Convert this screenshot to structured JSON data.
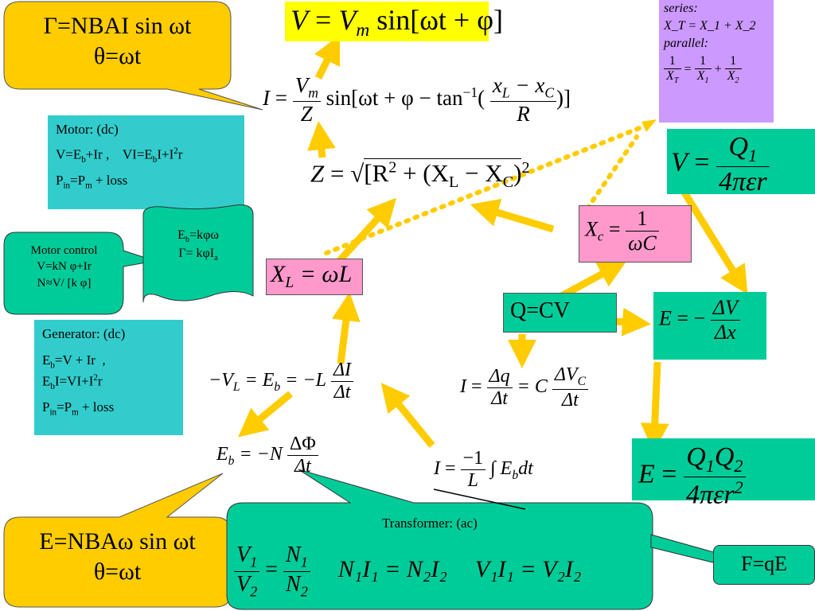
{
  "bubble_top_left": {
    "line1": "Γ=NBAI sin ωt",
    "line2": "θ=ωt"
  },
  "bubble_bottom_left": {
    "line1": "E=NBAω sin ωt",
    "line2": "θ=ωt"
  },
  "voltage_eq": {
    "lhs": "V",
    "mid": "V",
    "sub": "m",
    "rhs": "sin[ωt + φ]"
  },
  "current_eq": {
    "lhs": "I",
    "num": "V",
    "num_sub": "m",
    "den": "Z",
    "body": "sin[ωt + φ − tan",
    "sup": "−1",
    "frac_num": "x",
    "frac_num_sub1": "L",
    "frac_num_mid": " − x",
    "frac_num_sub2": "C",
    "frac_den": "R",
    "tail": ")]"
  },
  "impedance_eq": {
    "lhs": "Z",
    "body": "[R",
    "sup": "2",
    "mid": "+ (X",
    "sub1": "L",
    "minus": " − X",
    "sub2": "C",
    "end": ")",
    "sup2": "2"
  },
  "series_parallel": {
    "series_label": "series:",
    "series_eq": "X_T = X_1 + X_2",
    "parallel_label": "parallel:",
    "parallel_lhs_num": "1",
    "parallel_lhs_den": "X",
    "parallel_lhs_den_sub": "T",
    "parallel_t1_num": "1",
    "parallel_t1_den": "X",
    "parallel_t1_den_sub": "1",
    "parallel_t2_num": "1",
    "parallel_t2_den": "X",
    "parallel_t2_den_sub": "2"
  },
  "motor_dc": {
    "title": "Motor: (dc)",
    "line1a": "V=E",
    "line1a_sub": "b",
    "line1b": "+Ir ,    VI=E",
    "line1b_sub": "b",
    "line1c": "I+I",
    "line1c_sup": "2",
    "line1d": "r",
    "line2a": "P",
    "line2a_sub": "in",
    "line2b": "=P",
    "line2b_sub": "m",
    "line2c": " + loss"
  },
  "back_emf_card": {
    "line1a": "E",
    "line1a_sub": "b",
    "line1b": "=kφω",
    "line2a": "Γ= kφI",
    "line2a_sub": "a"
  },
  "motor_control": {
    "title": "Motor control",
    "line1": "V=kN φ+Ir",
    "line2": "N≈V/ [k φ]"
  },
  "xl_eq": {
    "lhs": "X",
    "sub": "L",
    "rhs": "= ωL"
  },
  "xc_eq": {
    "lhs": "X",
    "sub": "c",
    "num": "1",
    "den": "ωC"
  },
  "generator_dc": {
    "title": "Generator: (dc)",
    "line1a": "E",
    "line1a_sub": "b",
    "line1b": "=V + Ir  ,",
    "line2a": "E",
    "line2a_sub": "b",
    "line2b": "I=VI+I",
    "line2b_sup": "2",
    "line2c": "r",
    "line3a": "P",
    "line3a_sub": "in",
    "line3b": "=P",
    "line3b_sub": "m",
    "line3c": " + loss"
  },
  "inductor_eq": {
    "a": "−V",
    "a_sub": "L",
    "b": "= E",
    "b_sub": "b",
    "c": "= −L",
    "num": "ΔI",
    "den": "Δt"
  },
  "faraday_eq": {
    "a": "E",
    "a_sub": "b",
    "b": "= −N",
    "num": "ΔΦ",
    "den": "Δt"
  },
  "qcv": {
    "label": "Q=CV"
  },
  "cap_current": {
    "lhs": "I",
    "num1": "Δq",
    "den1": "Δt",
    "mid": "= C",
    "num2": "ΔV",
    "num2_sub": "C",
    "den2": "Δt"
  },
  "integral_eq": {
    "lhs": "I",
    "num": "−1",
    "den": "L",
    "body": "∫ E",
    "body_sub": "b",
    "tail": "dt"
  },
  "field_potential": {
    "lhs": "V",
    "num": "Q",
    "num_sub": "1",
    "den": "4πεr"
  },
  "field_gradient": {
    "lhs": "E",
    "num": "ΔV",
    "den": "Δx"
  },
  "field_coulomb": {
    "lhs": "E",
    "num": "Q",
    "num_sub1": "1",
    "num_mid": "Q",
    "num_sub2": "2",
    "den": "4πεr",
    "den_sup": "2"
  },
  "transformer": {
    "title": "Transformer: (ac)",
    "f_num": "V",
    "f_num_sub": "1",
    "f_den": "V",
    "f_den_sub": "2",
    "g_num": "N",
    "g_num_sub": "1",
    "g_den": "N",
    "g_den_sub": "2",
    "eq2": "N₁I₁ = N₂I₂",
    "eq3": "V₁I₁ = V₂I₂"
  },
  "force_box": {
    "label": "F=qE"
  },
  "colors": {
    "yellow_arrow": "#ffcc00",
    "orange_bubble": "#ffcc00",
    "teal": "#33cccc",
    "green": "#00cc99",
    "pink": "#ff99cc",
    "highlight": "#ffff00",
    "purple": "#cc99ff"
  }
}
